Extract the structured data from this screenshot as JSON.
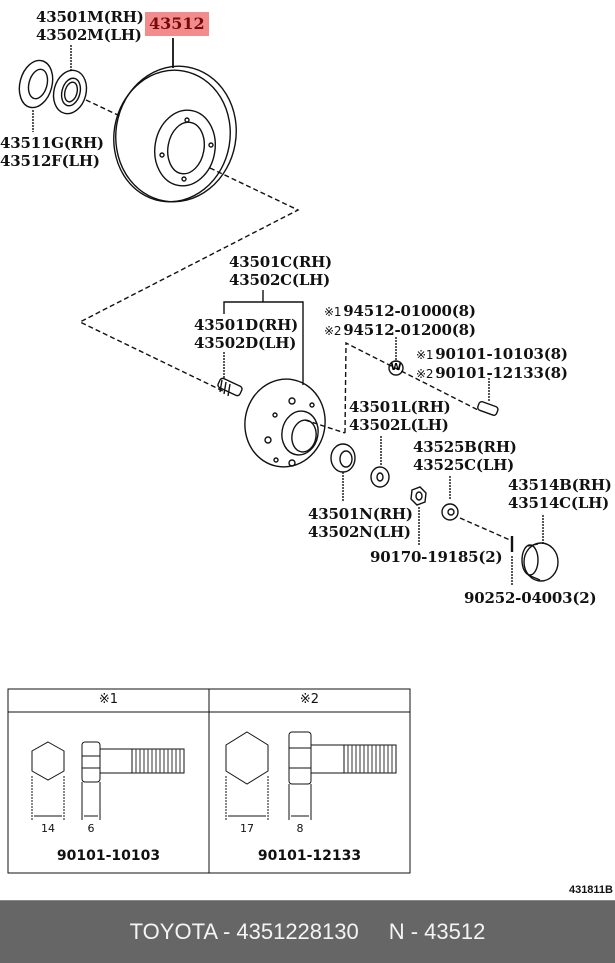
{
  "highlighted_part": "43512",
  "callouts": {
    "bearing_outer": [
      "43501M(RH)",
      "43502M(LH)"
    ],
    "seal": [
      "43511G(RH)",
      "43512F(LH)"
    ],
    "hub": [
      "43501C(RH)",
      "43502C(LH)"
    ],
    "hub_bolt": [
      "43501D(RH)",
      "43502D(LH)"
    ],
    "washer_ref": {
      "mark1": "※1",
      "part1": "94512-01000(8)",
      "mark2": "※2",
      "part2": "94512-01200(8)"
    },
    "bolt_ref": {
      "mark1": "※1",
      "part1": "90101-10103(8)",
      "mark2": "※2",
      "part2": "90101-12133(8)"
    },
    "bearing_inner": [
      "43501L(RH)",
      "43502L(LH)"
    ],
    "bearing_inner2": [
      "43501N(RH)",
      "43502N(LH)"
    ],
    "nut_lock": [
      "43525B(RH)",
      "43525C(LH)"
    ],
    "grease_cap": [
      "43514B(RH)",
      "43514C(LH)"
    ],
    "washer": "90170-19185(2)",
    "cotter_pin": "90252-04003(2)",
    "washer_symbol": "W"
  },
  "spec_table": {
    "columns": [
      {
        "header": "※1",
        "across_flats": "14",
        "head_height": "6",
        "part_no": "90101-10103"
      },
      {
        "header": "※2",
        "across_flats": "17",
        "head_height": "8",
        "part_no": "90101-12133"
      }
    ]
  },
  "diagram_id": "431811B",
  "footer": {
    "brand_part": "TOYOTA - 4351228130",
    "ref": "N - 43512"
  }
}
